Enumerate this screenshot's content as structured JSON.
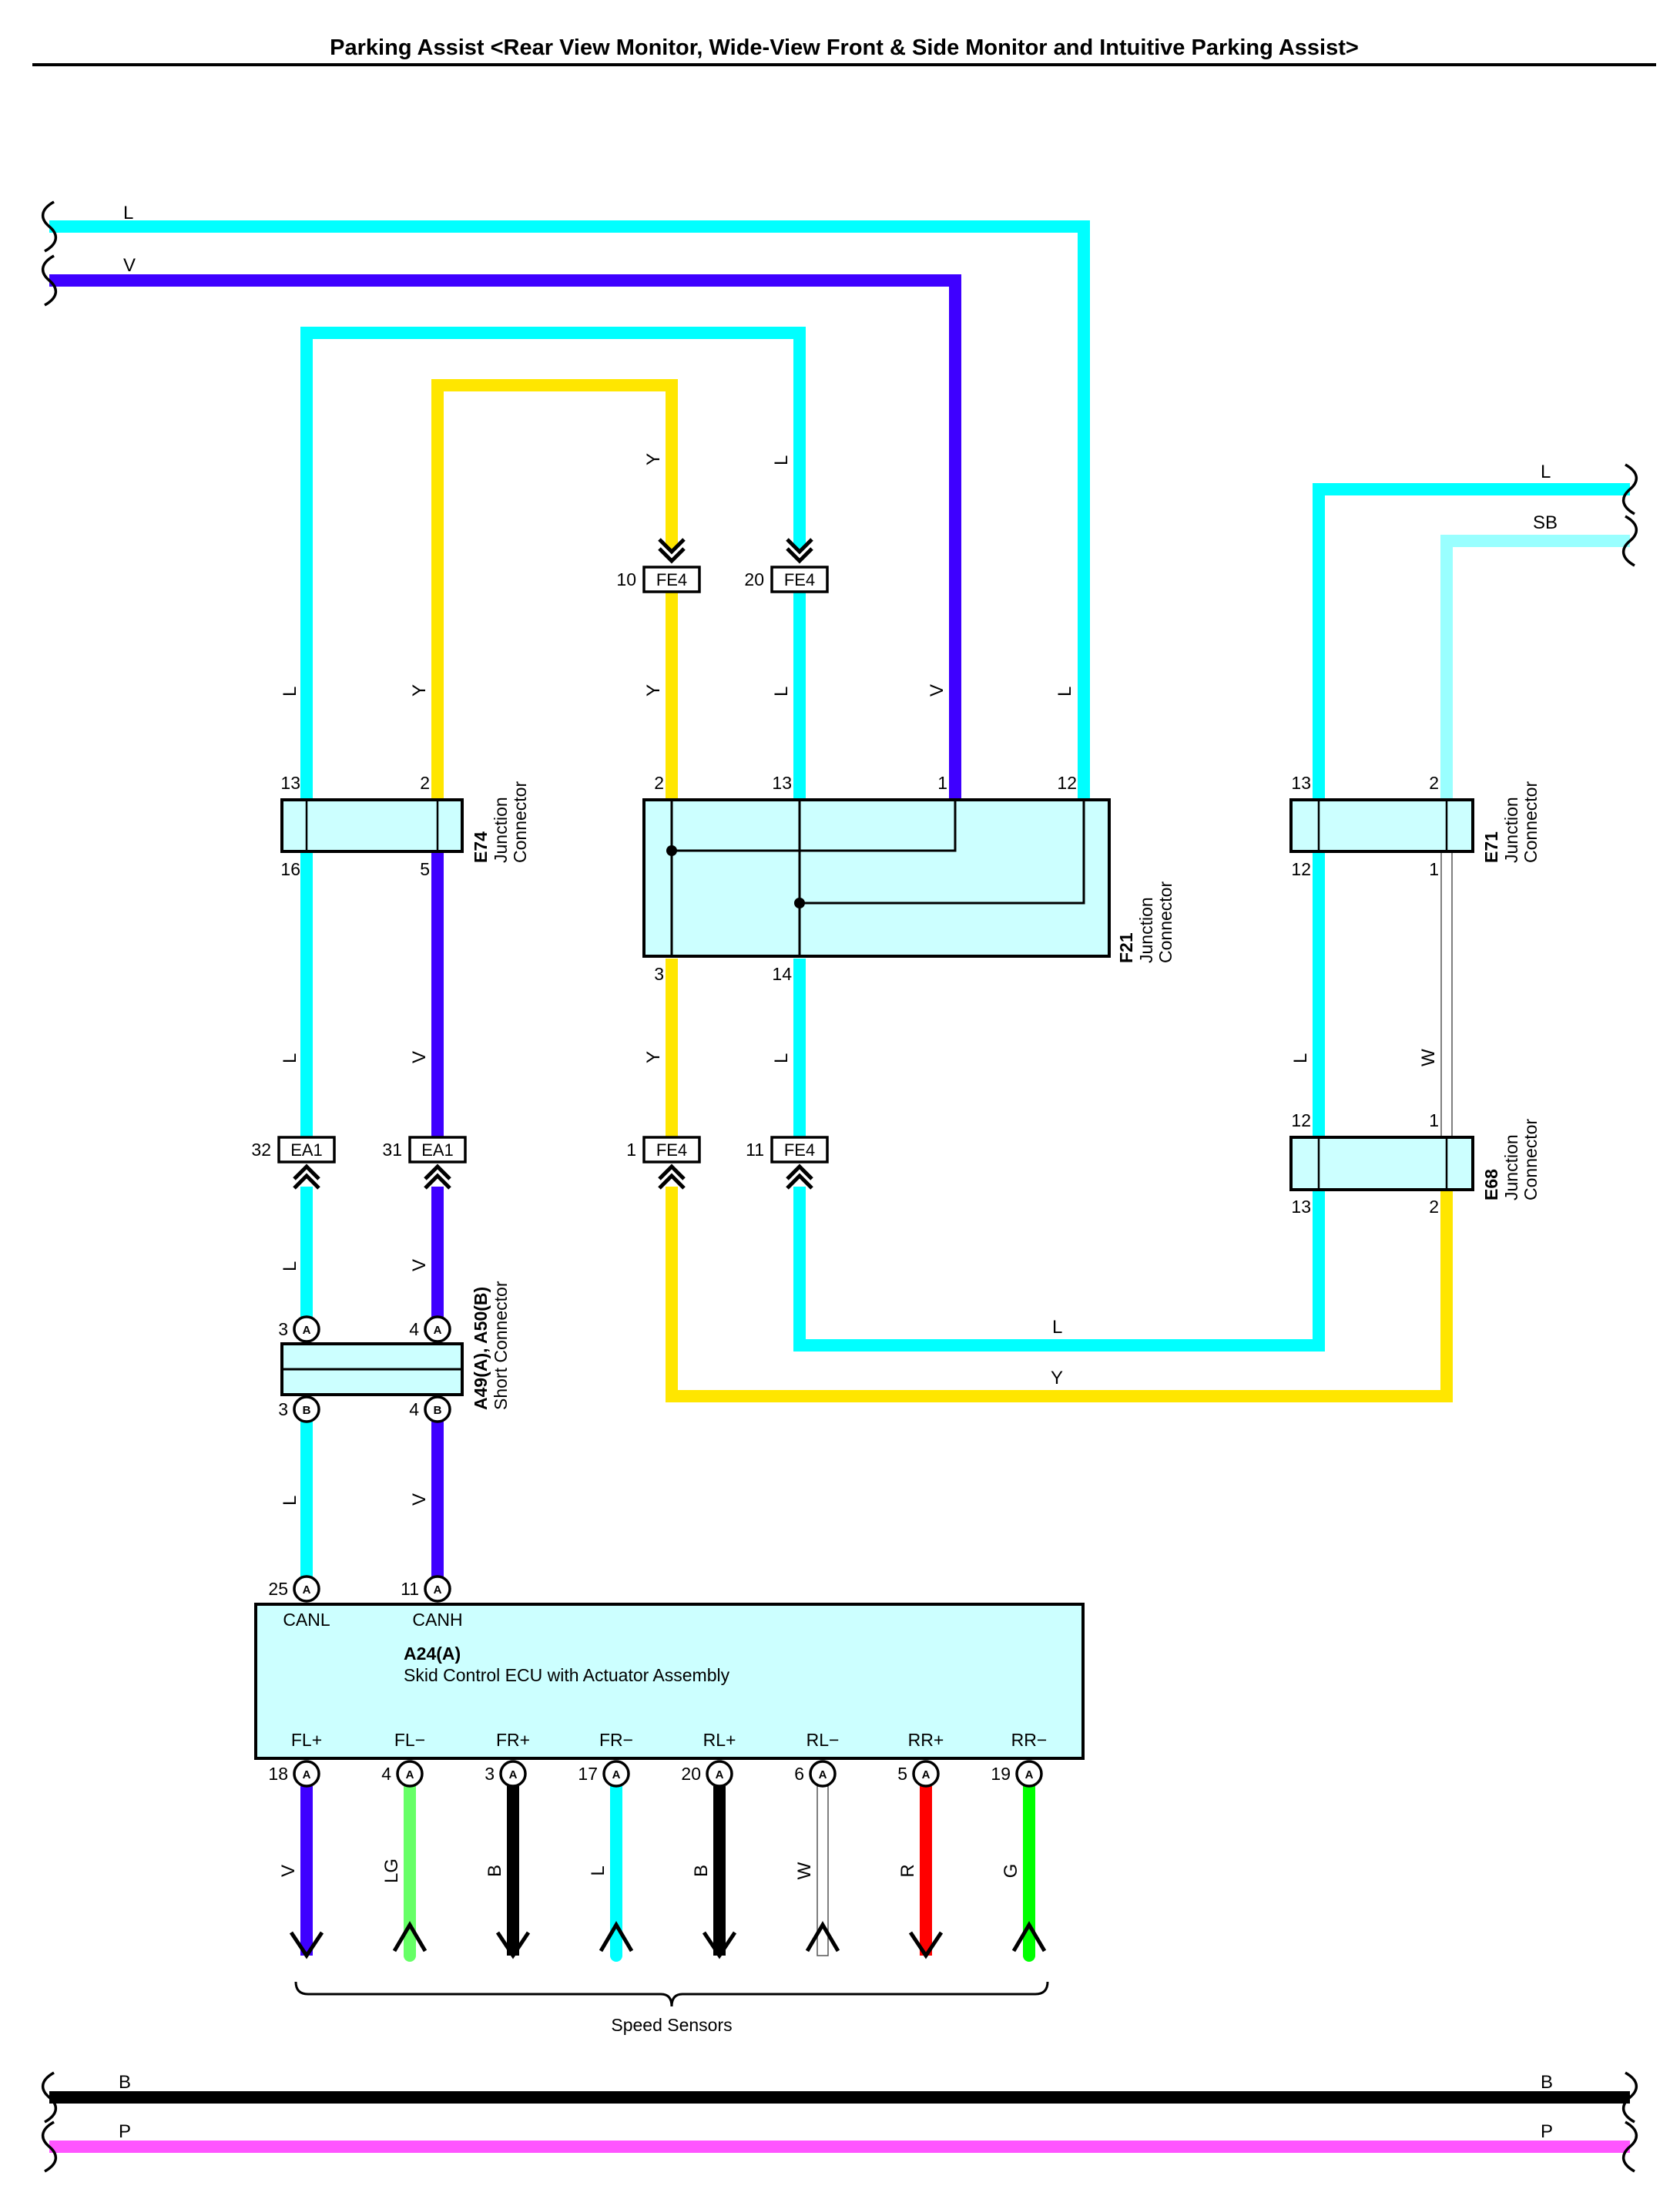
{
  "title": "Parking Assist <Rear View Monitor, Wide-View Front & Side Monitor and Intuitive Parking Assist>",
  "colors": {
    "L": "#00ffff",
    "V": "#3e00ff",
    "Y": "#ffe600",
    "SB": "#99ffff",
    "W": "#ffffff",
    "B": "#000000",
    "P": "#ff55ff",
    "LG": "#66ff66",
    "R": "#ff0000",
    "G": "#00ff00",
    "connector_fill": "#ccffff"
  },
  "wire_labels": {
    "top_l": "L",
    "top_v": "V",
    "e74_13_top": "L",
    "e74_2_top": "Y",
    "fe4_10_top": "Y",
    "fe4_20_top": "L",
    "f21_2_top": "Y",
    "f21_13_top": "L",
    "f21_1_top": "V",
    "f21_12_top": "L",
    "e74_16_bot": "L",
    "e74_5_bot": "V",
    "f21_3_bot": "Y",
    "f21_14_bot": "L",
    "ea1_32_bot": "L",
    "ea1_31_bot": "V",
    "a49_3b_bot": "L",
    "a49_4b_bot": "V",
    "right_l_top": "L",
    "right_sb_top": "SB",
    "e71_12_bot": "L",
    "e71_1_bot": "W",
    "loop_l": "L",
    "loop_y": "Y",
    "bottom_b_left": "B",
    "bottom_b_right": "B",
    "bottom_p_left": "P",
    "bottom_p_right": "P"
  },
  "e74": {
    "code": "E74",
    "name1": "Junction",
    "name2": "Connector",
    "pins": {
      "p13": "13",
      "p2": "2",
      "p16": "16",
      "p5": "5"
    }
  },
  "f21": {
    "code": "F21",
    "name1": "Junction",
    "name2": "Connector",
    "pins": {
      "p2": "2",
      "p13": "13",
      "p1": "1",
      "p12": "12",
      "p3": "3",
      "p14": "14"
    }
  },
  "e71": {
    "code": "E71",
    "name1": "Junction",
    "name2": "Connector",
    "pins": {
      "p13": "13",
      "p2": "2",
      "p12": "12",
      "p1": "1"
    }
  },
  "e68": {
    "code": "E68",
    "name1": "Junction",
    "name2": "Connector",
    "pins": {
      "p12": "12",
      "p1": "1",
      "p13": "13",
      "p2": "2"
    }
  },
  "fe4_top": [
    {
      "pin": "10",
      "code": "FE4"
    },
    {
      "pin": "20",
      "code": "FE4"
    }
  ],
  "fe4_bottom": [
    {
      "pin": "1",
      "code": "FE4"
    },
    {
      "pin": "11",
      "code": "FE4"
    }
  ],
  "ea1": [
    {
      "pin": "32",
      "code": "EA1"
    },
    {
      "pin": "31",
      "code": "EA1"
    }
  ],
  "short_connector": {
    "code": "A49(A), A50(B)",
    "name": "Short Connector",
    "pins_top": [
      {
        "pin": "3",
        "letter": "A"
      },
      {
        "pin": "4",
        "letter": "A"
      }
    ],
    "pins_bottom": [
      {
        "pin": "3",
        "letter": "B"
      },
      {
        "pin": "4",
        "letter": "B"
      }
    ]
  },
  "ecu": {
    "code": "A24(A)",
    "name": "Skid Control ECU with Actuator Assembly",
    "can_pins": [
      {
        "pin": "25",
        "letter": "A",
        "label": "CANL"
      },
      {
        "pin": "11",
        "letter": "A",
        "label": "CANH"
      }
    ],
    "sensor_pins": [
      {
        "label": "FL+",
        "pin": "18",
        "letter": "A",
        "wire": "V"
      },
      {
        "label": "FL−",
        "pin": "4",
        "letter": "A",
        "wire": "LG"
      },
      {
        "label": "FR+",
        "pin": "3",
        "letter": "A",
        "wire": "B"
      },
      {
        "label": "FR−",
        "pin": "17",
        "letter": "A",
        "wire": "L"
      },
      {
        "label": "RL+",
        "pin": "20",
        "letter": "A",
        "wire": "B"
      },
      {
        "label": "RL−",
        "pin": "6",
        "letter": "A",
        "wire": "W"
      },
      {
        "label": "RR+",
        "pin": "5",
        "letter": "A",
        "wire": "R"
      },
      {
        "label": "RR−",
        "pin": "19",
        "letter": "A",
        "wire": "G"
      }
    ]
  },
  "speed_sensors_label": "Speed Sensors"
}
